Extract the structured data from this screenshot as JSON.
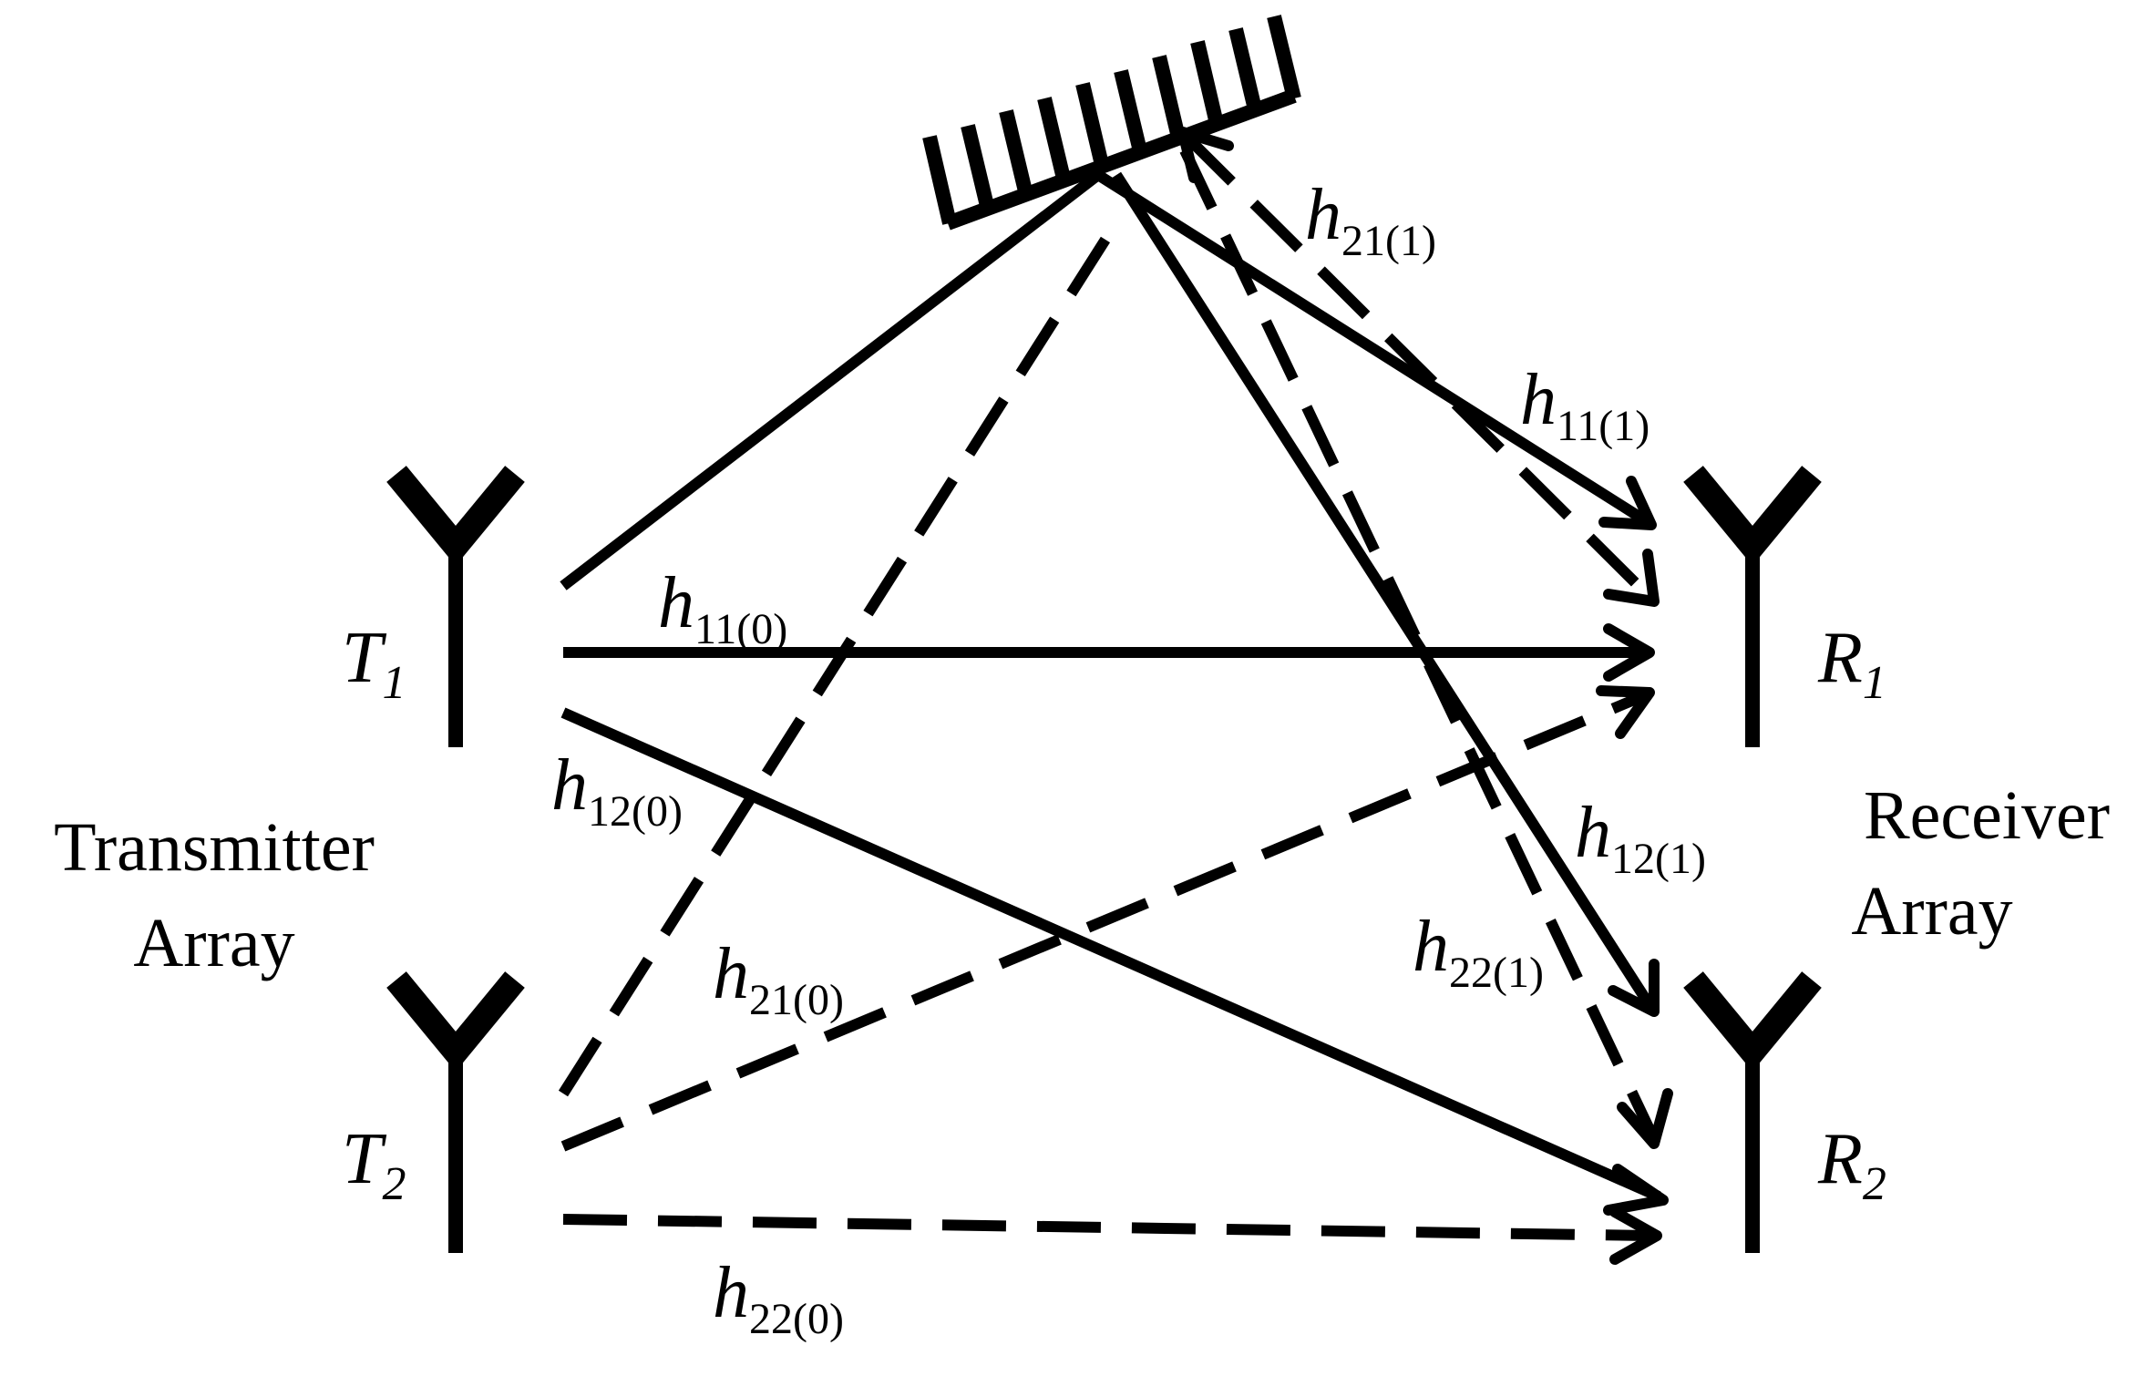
{
  "diagram": {
    "nodes": {
      "T1": {
        "letter": "T",
        "sub": "1"
      },
      "T2": {
        "letter": "T",
        "sub": "2"
      },
      "R1": {
        "letter": "R",
        "sub": "1"
      },
      "R2": {
        "letter": "R",
        "sub": "2"
      }
    },
    "groups": {
      "transmitter": [
        "Transmitter",
        "Array"
      ],
      "receiver": [
        "Receiver",
        "Array"
      ]
    },
    "channels": {
      "h11_0": {
        "main": "h",
        "sub": "11(0)"
      },
      "h12_0": {
        "main": "h",
        "sub": "12(0)"
      },
      "h21_0": {
        "main": "h",
        "sub": "21(0)"
      },
      "h22_0": {
        "main": "h",
        "sub": "22(0)"
      },
      "h11_1": {
        "main": "h",
        "sub": "11(1)"
      },
      "h12_1": {
        "main": "h",
        "sub": "12(1)"
      },
      "h21_1": {
        "main": "h",
        "sub": "21(1)"
      },
      "h22_1": {
        "main": "h",
        "sub": "22(1)"
      }
    },
    "line_styles": {
      "from_T1": "solid",
      "from_T2": "dashed"
    },
    "icons": [
      "antenna-icon",
      "scatterer-icon",
      "arrowhead-icon"
    ]
  }
}
